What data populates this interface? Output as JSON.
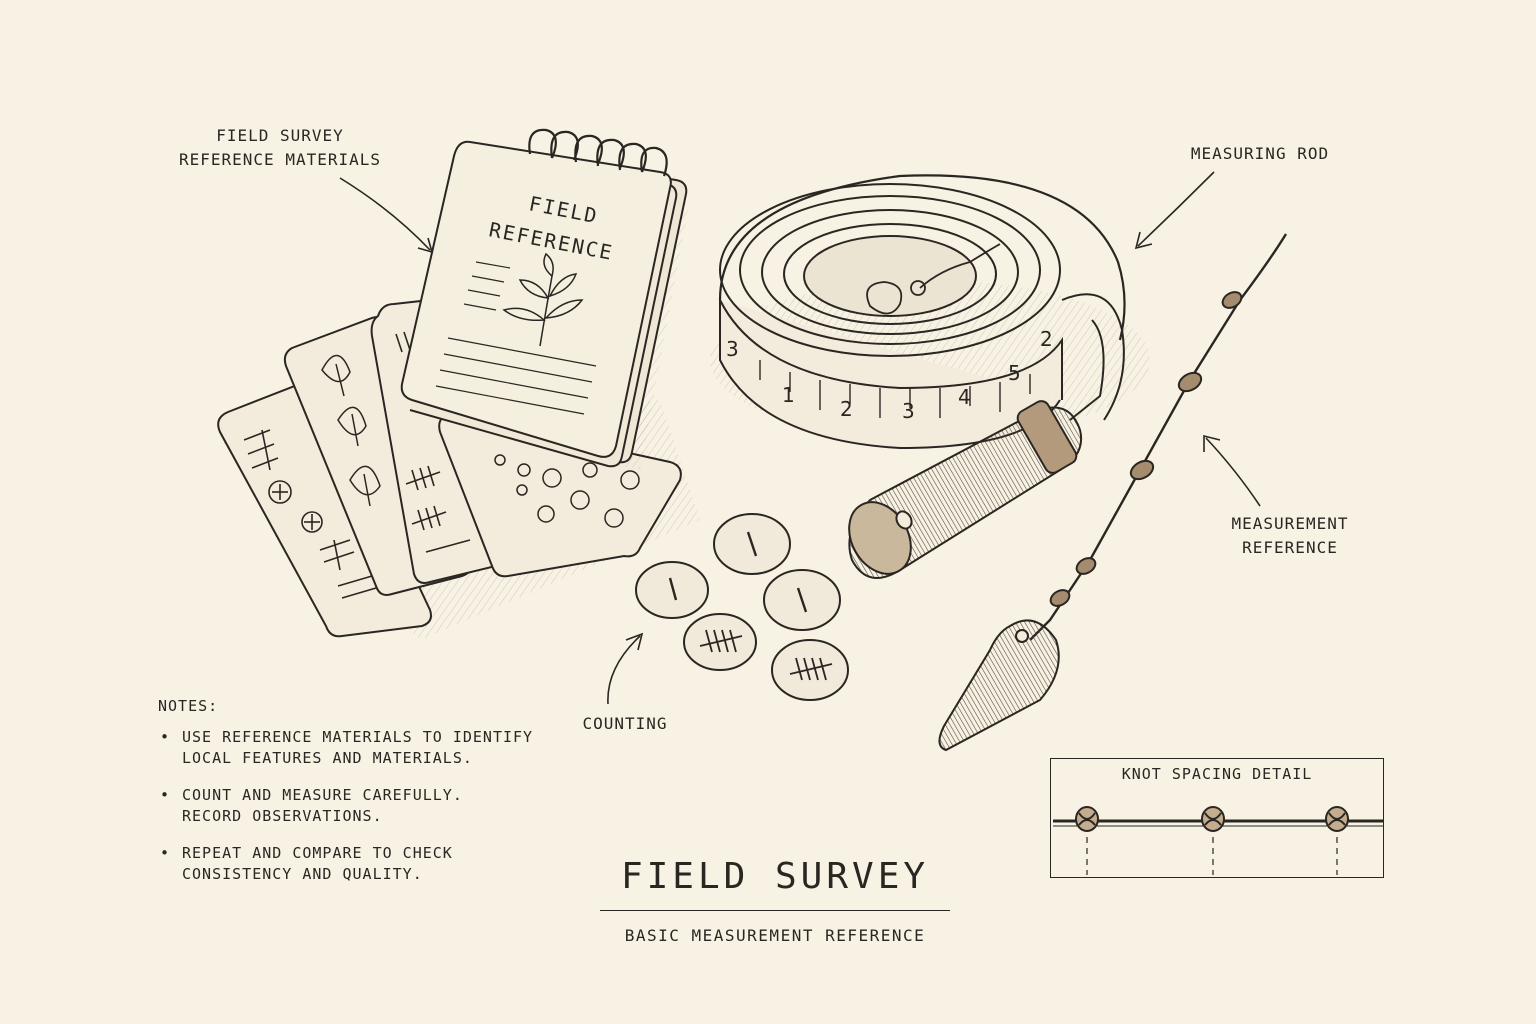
{
  "labels": {
    "field_reference_materials": [
      "FIELD SURVEY",
      "REFERENCE MATERIALS"
    ],
    "measuring_rod": "MEASURING ROD",
    "measurement_reference": [
      "MEASUREMENT",
      "REFERENCE"
    ],
    "counting": "COUNTING"
  },
  "notebook": {
    "cover_line1": "FIELD",
    "cover_line2": "REFERENCE"
  },
  "tape": {
    "tick_numbers": [
      "3",
      "1",
      "2",
      "3",
      "4",
      "5",
      "2"
    ]
  },
  "notes": {
    "title": "NOTES:",
    "items": [
      [
        "USE REFERENCE MATERIALS TO IDENTIFY",
        "LOCAL FEATURES AND MATERIALS."
      ],
      [
        "COUNT AND MEASURE CAREFULLY.",
        "RECORD OBSERVATIONS."
      ],
      [
        "REPEAT AND COMPARE TO CHECK",
        "CONSISTENCY AND QUALITY."
      ]
    ]
  },
  "title": "FIELD SURVEY",
  "subtitle": "BASIC MEASUREMENT REFERENCE",
  "knot_detail": {
    "title": "KNOT SPACING DETAIL"
  },
  "colors": {
    "paper": "#f7f2e3",
    "ink": "#2a2622",
    "card": "#f3ecdc",
    "wood": "#8a6a4e",
    "shade": "#cfc5b0"
  }
}
